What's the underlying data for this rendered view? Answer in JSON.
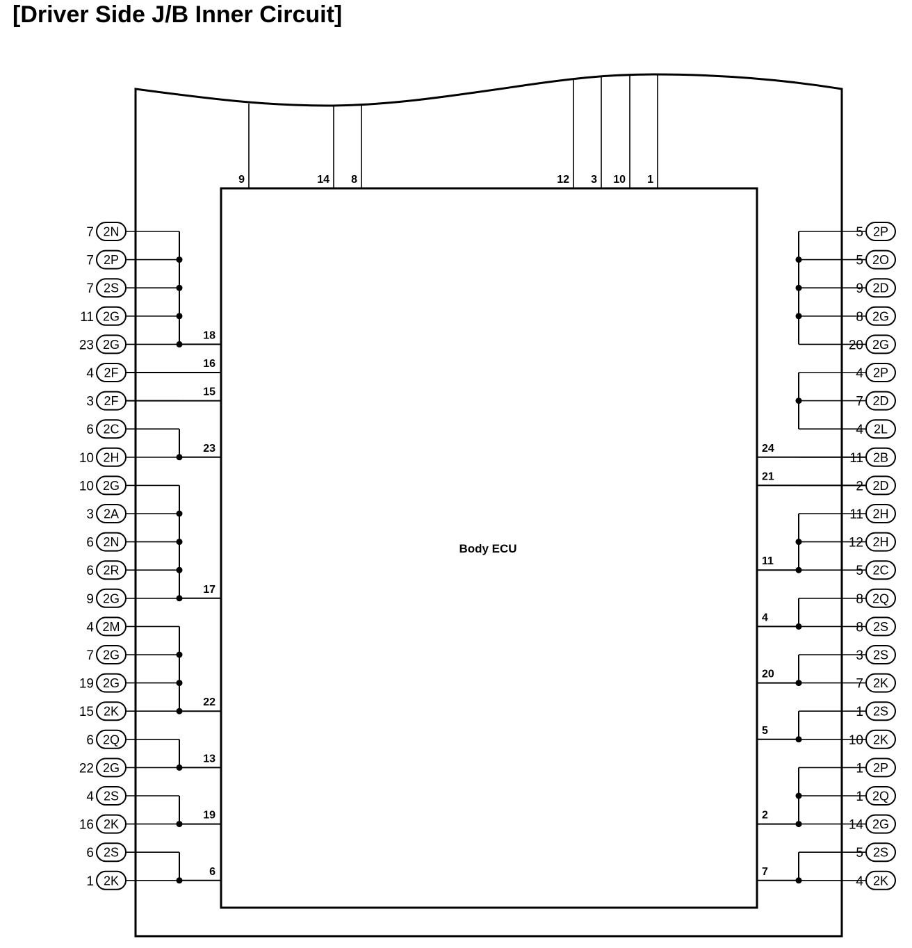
{
  "title": "[Driver Side J/B Inner Circuit]",
  "ecu_label": "Body ECU",
  "top_pins": [
    {
      "pin": "9"
    },
    {
      "pin": "14"
    },
    {
      "pin": "8"
    },
    {
      "pin": "12"
    },
    {
      "pin": "3"
    },
    {
      "pin": "10"
    },
    {
      "pin": "1"
    }
  ],
  "left_connectors": [
    {
      "num": "7",
      "conn": "2N"
    },
    {
      "num": "7",
      "conn": "2P"
    },
    {
      "num": "7",
      "conn": "2S"
    },
    {
      "num": "11",
      "conn": "2G"
    },
    {
      "num": "23",
      "conn": "2G"
    },
    {
      "num": "4",
      "conn": "2F"
    },
    {
      "num": "3",
      "conn": "2F"
    },
    {
      "num": "6",
      "conn": "2C"
    },
    {
      "num": "10",
      "conn": "2H"
    },
    {
      "num": "10",
      "conn": "2G"
    },
    {
      "num": "3",
      "conn": "2A"
    },
    {
      "num": "6",
      "conn": "2N"
    },
    {
      "num": "6",
      "conn": "2R"
    },
    {
      "num": "9",
      "conn": "2G"
    },
    {
      "num": "4",
      "conn": "2M"
    },
    {
      "num": "7",
      "conn": "2G"
    },
    {
      "num": "19",
      "conn": "2G"
    },
    {
      "num": "15",
      "conn": "2K"
    },
    {
      "num": "6",
      "conn": "2Q"
    },
    {
      "num": "22",
      "conn": "2G"
    },
    {
      "num": "4",
      "conn": "2S"
    },
    {
      "num": "16",
      "conn": "2K"
    },
    {
      "num": "6",
      "conn": "2S"
    },
    {
      "num": "1",
      "conn": "2K"
    }
  ],
  "right_connectors": [
    {
      "num": "5",
      "conn": "2P"
    },
    {
      "num": "5",
      "conn": "2O"
    },
    {
      "num": "9",
      "conn": "2D"
    },
    {
      "num": "8",
      "conn": "2G"
    },
    {
      "num": "20",
      "conn": "2G"
    },
    {
      "num": "4",
      "conn": "2P"
    },
    {
      "num": "7",
      "conn": "2D"
    },
    {
      "num": "4",
      "conn": "2L"
    },
    {
      "num": "11",
      "conn": "2B"
    },
    {
      "num": "2",
      "conn": "2D"
    },
    {
      "num": "11",
      "conn": "2H"
    },
    {
      "num": "12",
      "conn": "2H"
    },
    {
      "num": "5",
      "conn": "2C"
    },
    {
      "num": "8",
      "conn": "2Q"
    },
    {
      "num": "8",
      "conn": "2S"
    },
    {
      "num": "3",
      "conn": "2S"
    },
    {
      "num": "7",
      "conn": "2K"
    },
    {
      "num": "1",
      "conn": "2S"
    },
    {
      "num": "10",
      "conn": "2K"
    },
    {
      "num": "1",
      "conn": "2P"
    },
    {
      "num": "1",
      "conn": "2Q"
    },
    {
      "num": "14",
      "conn": "2G"
    },
    {
      "num": "5",
      "conn": "2S"
    },
    {
      "num": "4",
      "conn": "2K"
    }
  ],
  "left_ecu_pins": [
    {
      "pin": "18"
    },
    {
      "pin": "16"
    },
    {
      "pin": "15"
    },
    {
      "pin": "23"
    },
    {
      "pin": "17"
    },
    {
      "pin": "22"
    },
    {
      "pin": "13"
    },
    {
      "pin": "19"
    },
    {
      "pin": "6"
    }
  ],
  "right_ecu_pins": [
    {
      "pin": "24"
    },
    {
      "pin": "21"
    },
    {
      "pin": "11"
    },
    {
      "pin": "4"
    },
    {
      "pin": "20"
    },
    {
      "pin": "5"
    },
    {
      "pin": "2"
    },
    {
      "pin": "7"
    }
  ]
}
